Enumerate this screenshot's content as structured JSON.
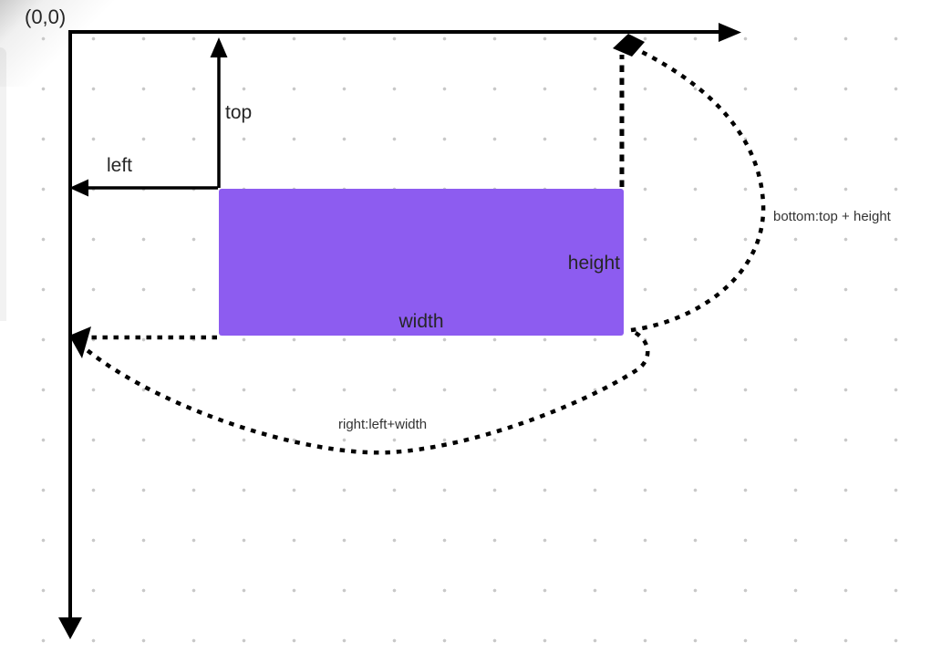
{
  "diagram": {
    "origin_label": "(0,0)",
    "rect": {
      "width_label": "width",
      "height_label": "height"
    },
    "axes": {
      "top_label": "top",
      "left_label": "left"
    },
    "formulas": {
      "bottom_label": "bottom:top + height",
      "right_label": "right:left+width"
    }
  },
  "colors": {
    "rect_fill": "#8d5cf0",
    "line": "#000000",
    "text": "#262626",
    "grid_dot": "#c8c8c8",
    "background": "#ffffff"
  }
}
